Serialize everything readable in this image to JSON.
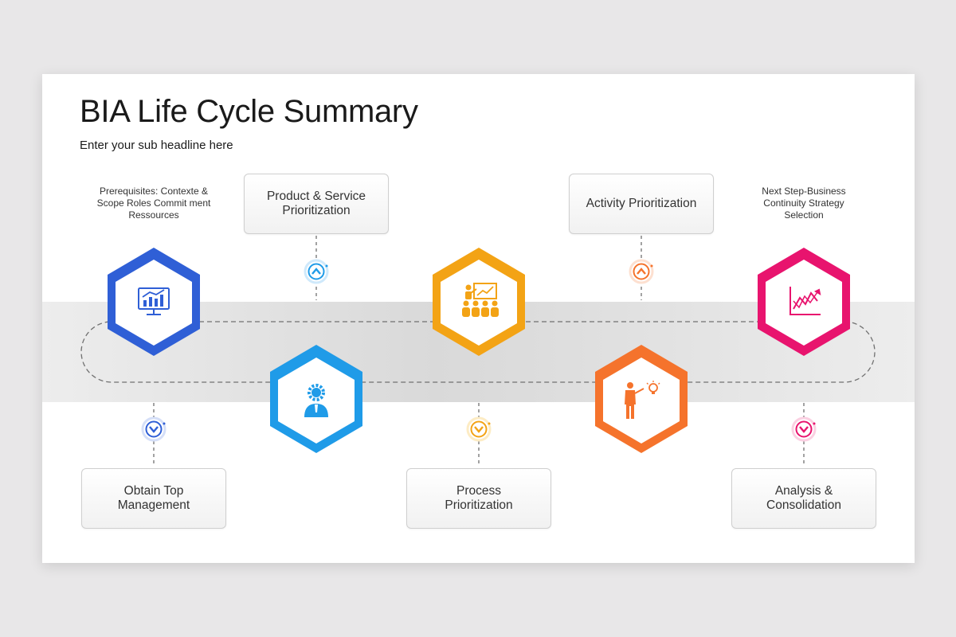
{
  "slide": {
    "title": "BIA Life Cycle Summary",
    "subtitle": "Enter your sub headline here"
  },
  "top_boxes": [
    {
      "label": "Product & Service Prioritization"
    },
    {
      "label": "Activity Prioritization"
    }
  ],
  "bottom_boxes": [
    {
      "label": "Obtain Top Management"
    },
    {
      "label": "Process Prioritization"
    },
    {
      "label": "Analysis & Consolidation"
    }
  ],
  "notes": [
    {
      "text": "Prerequisites: Contexte & Scope Roles Commit ment Ressources"
    },
    {
      "text": "Next Step-Business Continuity Strategy Selection"
    }
  ],
  "colors": {
    "step1": "#2f5fd6",
    "step2": "#1f9be8",
    "step3": "#f3a315",
    "step4": "#f5732c",
    "step5": "#e8146e"
  },
  "stages": [
    {
      "icon": "monitor-chart-icon",
      "color": "#2f5fd6"
    },
    {
      "icon": "gear-person-icon",
      "color": "#1f9be8"
    },
    {
      "icon": "presentation-audience-icon",
      "color": "#f3a315"
    },
    {
      "icon": "presenter-idea-icon",
      "color": "#f5732c"
    },
    {
      "icon": "line-chart-icon",
      "color": "#e8146e"
    }
  ]
}
